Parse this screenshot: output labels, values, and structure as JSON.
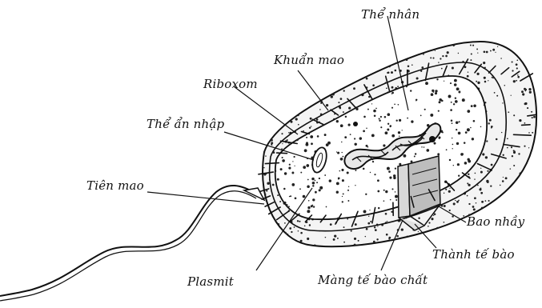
{
  "diagram": {
    "labels": {
      "the_nhan": "Thể nhân",
      "khuan_mao": "Khuẩn mao",
      "riboxom": "Riboxom",
      "the_an_nhap": "Thể ẩn nhập",
      "tien_mao": "Tiên mao",
      "bao_nhay": "Bao nhầy",
      "thanh_te_bao": "Thành tế bào",
      "mang_te_bao_chat": "Màng tế bào chất",
      "plasmit": "Plasmit"
    }
  }
}
